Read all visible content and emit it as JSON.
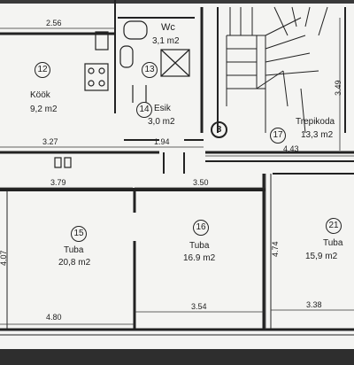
{
  "rooms": [
    {
      "number": "12",
      "name": "Köök",
      "area": "9,2 m2"
    },
    {
      "number": "13",
      "name": "Wc",
      "area": "3,1 m2"
    },
    {
      "number": "14",
      "name": "Esik",
      "area": "3,0 m2"
    },
    {
      "number": "17",
      "name": "Trepikoda",
      "area": "13,3 m2"
    },
    {
      "number": "15",
      "name": "Tuba",
      "area": "20,8 m2"
    },
    {
      "number": "16",
      "name": "Tuba",
      "area": "16.9 m2"
    },
    {
      "number": "21",
      "name": "Tuba",
      "area": "15,9 m2"
    }
  ],
  "marker": "3",
  "dimensions": {
    "d1": "2.56",
    "d2": "3.27",
    "d3": "1.94",
    "d4": "4.43",
    "d5": "3.79",
    "d6": "3.50",
    "d7": "3.49",
    "d8": "4.74",
    "d9": "4.07",
    "d10": "4.80",
    "d11": "3.54",
    "d12": "3.38"
  }
}
